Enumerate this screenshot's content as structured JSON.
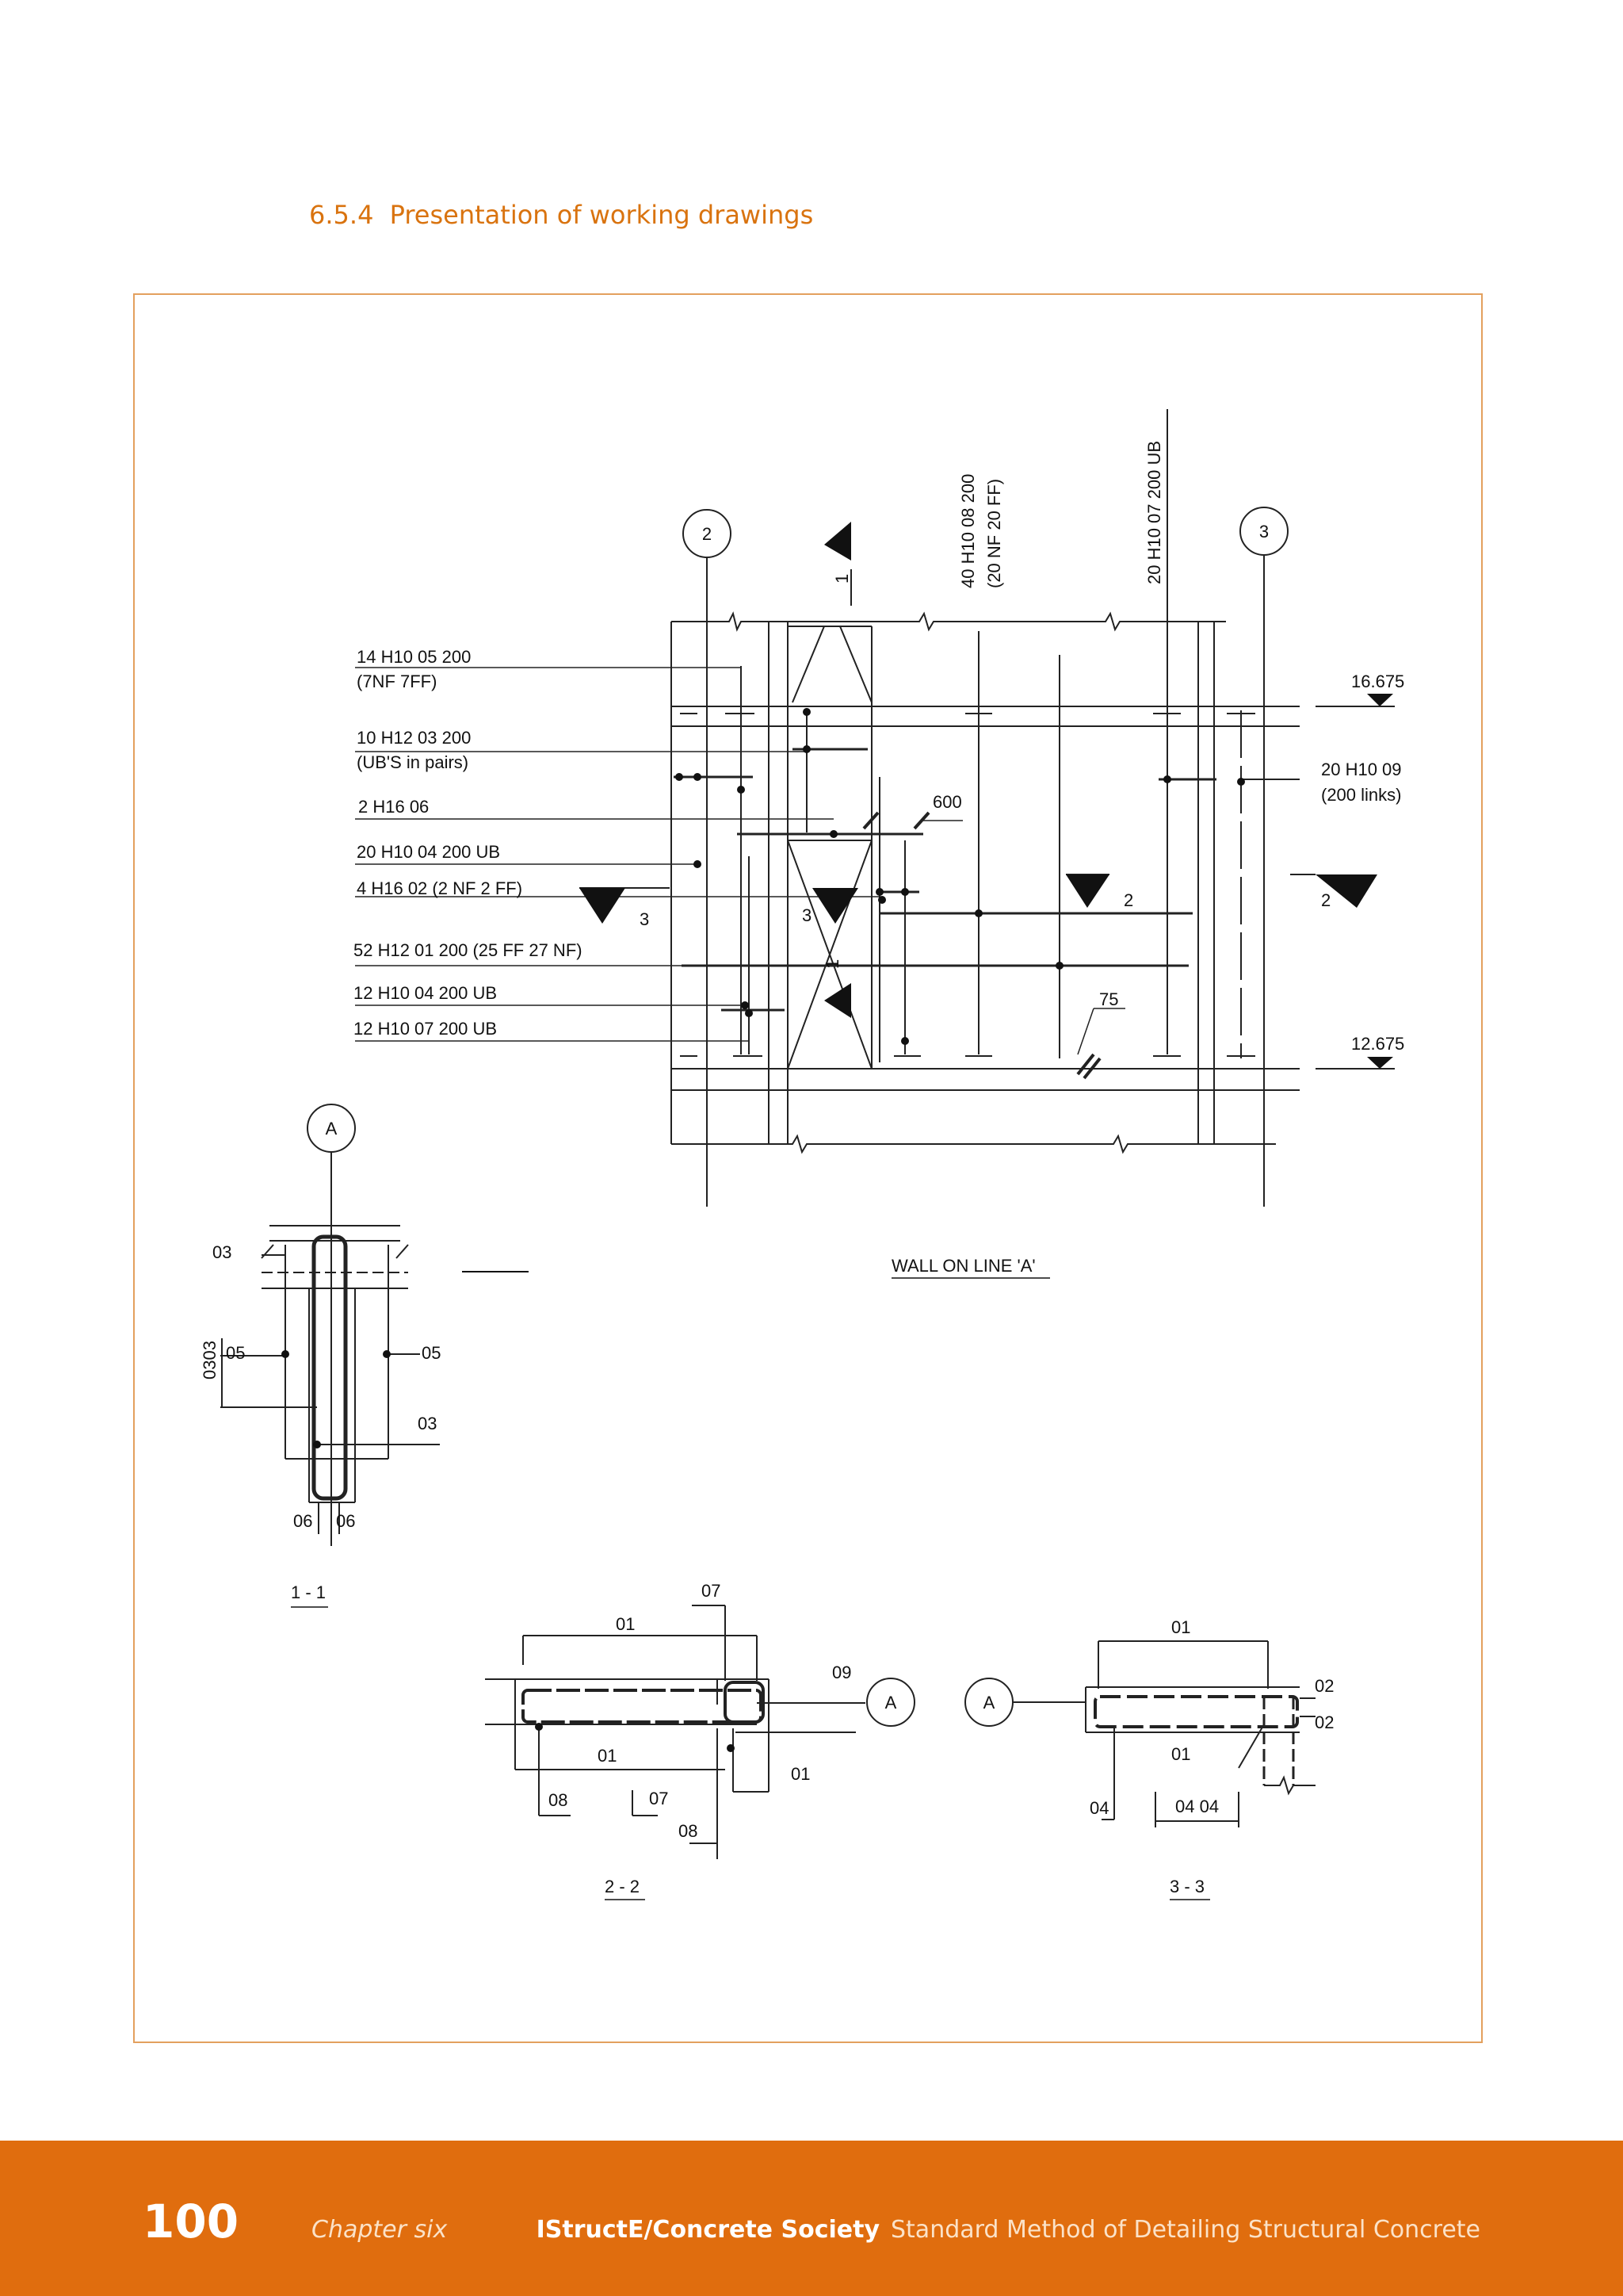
{
  "section": {
    "number": "6.5.4",
    "title": "Presentation of working drawings"
  },
  "footer": {
    "page_number": "100",
    "chapter": "Chapter six",
    "publisher": "IStructE/Concrete Society",
    "book_title": "Standard Method of Detailing Structural Concrete"
  },
  "elevation": {
    "grid_marks": [
      "2",
      "3"
    ],
    "section_markers": [
      "1",
      "3",
      "3",
      "2",
      "2",
      "1"
    ],
    "bar_labels": [
      "14 H10 05 200",
      "(7NF 7FF)",
      "10 H12 03 200",
      "(UB'S in pairs)",
      "2 H16 06",
      "20 H10 04 200 UB",
      "4 H16 02 (2 NF 2 FF)",
      "52 H12 01 200 (25 FF  27 NF)",
      "12 H10 04 200 UB",
      "12 H10 07 200 UB"
    ],
    "vertical_labels": [
      "40 H10 08 200",
      "(20 NF 20 FF)",
      "20 H10 07 200 UB"
    ],
    "right_labels": [
      "20 H10 09",
      "(200 links)"
    ],
    "levels": [
      "16.675",
      "12.675"
    ],
    "dims": [
      "600",
      "75"
    ],
    "caption": "WALL ON LINE 'A'"
  },
  "section_1_1": {
    "grid_mark": "A",
    "labels": [
      "03",
      "0303",
      "05",
      "05",
      "03",
      "06",
      "06"
    ],
    "caption": "1 - 1"
  },
  "section_2_2": {
    "grid_mark": "A",
    "labels": [
      "07",
      "01",
      "09",
      "01",
      "01",
      "08",
      "07",
      "08"
    ],
    "caption": "2 - 2"
  },
  "section_3_3": {
    "grid_mark": "A",
    "labels": [
      "01",
      "02",
      "02",
      "01",
      "04",
      "04 04"
    ],
    "caption": "3 - 3"
  }
}
